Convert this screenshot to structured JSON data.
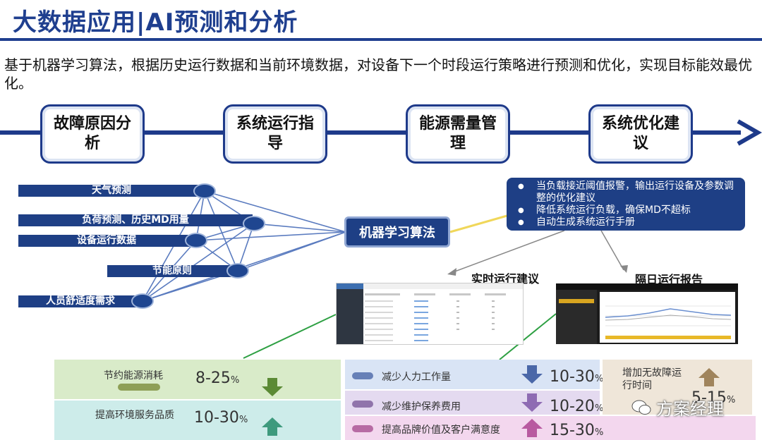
{
  "header": {
    "title": "大数据应用|AI预测和分析",
    "intro": "基于机器学习算法，根据历史运行数据和当前环境数据，对设备下一个时段运行策略进行预测和优化，实现目标能效最优化。"
  },
  "process": [
    {
      "label": "故障原因分析"
    },
    {
      "label": "系统运行指导"
    },
    {
      "label": "能源需量管理"
    },
    {
      "label": "系统优化建议"
    }
  ],
  "inputs": [
    "天气预测",
    "负荷预测、历史MD用量",
    "设备运行数据",
    "节能原则",
    "人员舒适度需求"
  ],
  "algorithm": "机器学习算法",
  "advice": [
    "当负载接近阈值报警，输出运行设备及参数调整的优化建议",
    "降低系统运行负载，确保MD不超标",
    "自动生成系统运行手册"
  ],
  "screenshots": {
    "realtime_caption": "实时运行建议",
    "report_caption": "隔日运行报告"
  },
  "benefits": [
    {
      "label": "节约能源消耗",
      "value": "8-25",
      "unit": "%",
      "direction": "down"
    },
    {
      "label": "提高环境服务品质",
      "value": "10-30",
      "unit": "%",
      "direction": "up"
    },
    {
      "label": "减少人力工作量",
      "value": "10-30",
      "unit": "%",
      "direction": "down"
    },
    {
      "label": "减少维护保养费用",
      "value": "10-20",
      "unit": "%",
      "direction": "down"
    },
    {
      "label": "提高品牌价值及客户满意度",
      "value": "15-30",
      "unit": "%",
      "direction": "up"
    },
    {
      "label": "增加无故障运行时间",
      "value": "5-15",
      "unit": "%",
      "direction": "up"
    }
  ],
  "watermark": "方案经理",
  "colors": {
    "primary": "#1e3f85",
    "green_card": "#d9ebc9",
    "teal_card": "#cdecea",
    "blue_card": "#d9e4f5",
    "purple_card": "#e4daf0",
    "pink_card": "#f3d7ee",
    "beige_card": "#efe6d9"
  }
}
